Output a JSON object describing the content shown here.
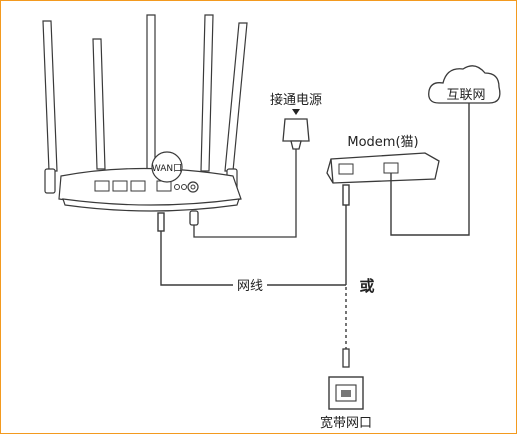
{
  "labels": {
    "wan": "WAN口",
    "power": "接通电源",
    "modem": "Modem(猫)",
    "internet": "互联网",
    "cable": "网线",
    "or": "或",
    "wall_port": "宽带网口"
  },
  "colors": {
    "frame": "#f39a1f",
    "line": "#3a3a3a",
    "device_fill": "#ffffff"
  }
}
